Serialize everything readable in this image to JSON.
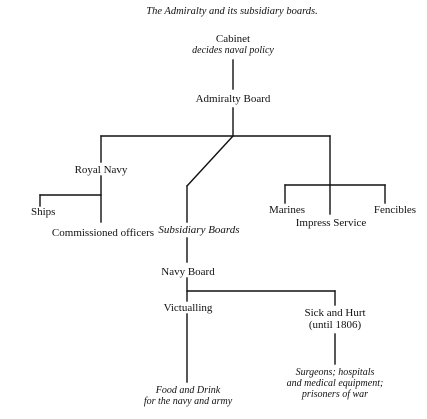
{
  "diagram": {
    "title": "The Admiralty and its subsidiary boards.",
    "nodes": {
      "cabinet": {
        "name": "Cabinet",
        "note": "decides naval policy"
      },
      "admiralty_board": {
        "name": "Admiralty Board"
      },
      "royal_navy": {
        "name": "Royal Navy"
      },
      "ships": {
        "name": "Ships"
      },
      "commissioned_officers": {
        "name": "Commissioned officers"
      },
      "subsidiary_boards": {
        "name": "Subsidiary Boards"
      },
      "marines": {
        "name": "Marines"
      },
      "impress_service": {
        "name": "Impress Service"
      },
      "fencibles": {
        "name": "Fencibles"
      },
      "navy_board": {
        "name": "Navy Board"
      },
      "victualling": {
        "name": "Victualling"
      },
      "sick_and_hurt": {
        "name": "Sick and Hurt",
        "note": "(until 1806)"
      },
      "food_and_drink": {
        "line1": "Food and Drink",
        "line2": "for the navy and army"
      },
      "surgeons": {
        "line1": "Surgeons; hospitals",
        "line2": "and medical equipment;",
        "line3": "prisoners of war"
      }
    },
    "line_color": "#111111"
  }
}
